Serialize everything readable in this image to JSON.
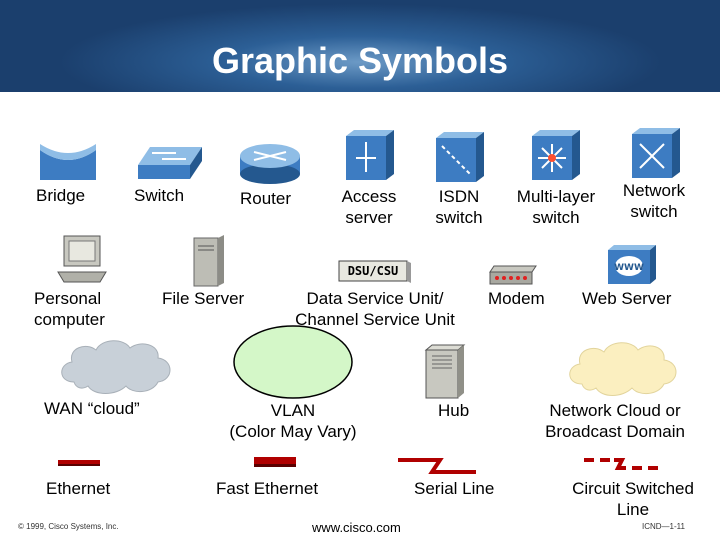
{
  "title": "Graphic Symbols",
  "symbols": {
    "bridge": "Bridge",
    "switch": "Switch",
    "router": "Router",
    "access_server": [
      "Access",
      "server"
    ],
    "isdn_switch": [
      "ISDN",
      "switch"
    ],
    "multilayer_switch": [
      "Multi-layer",
      "switch"
    ],
    "network_switch": [
      "Network",
      "switch"
    ],
    "personal_computer": [
      "Personal",
      "computer"
    ],
    "file_server": "File Server",
    "dsu_csu_tag": "DSU/CSU",
    "dsu_csu": [
      "Data Service Unit/",
      "Channel Service Unit"
    ],
    "modem": "Modem",
    "web_server": "Web Server",
    "web_server_tag": "WWW",
    "wan_cloud": "WAN “cloud”",
    "vlan": [
      "VLAN",
      "(Color May Vary)"
    ],
    "hub": "Hub",
    "network_cloud": [
      "Network Cloud or",
      "Broadcast Domain"
    ],
    "ethernet": "Ethernet",
    "fast_ethernet": "Fast Ethernet",
    "serial_line": "Serial Line",
    "circuit_switched_line": [
      "Circuit Switched",
      "Line"
    ]
  },
  "footer": {
    "copyright": "© 1999, Cisco Systems, Inc.",
    "url": "www.cisco.com",
    "slide_number": "ICND—1-11"
  },
  "colors": {
    "title_bar": "#2c5f96",
    "device_blue": "#3d7cc2",
    "wan_cloud": "#c8d0d8",
    "vlan": "#d4f7c8",
    "network_cloud": "#fbefc0",
    "line_red": "#b00000"
  }
}
